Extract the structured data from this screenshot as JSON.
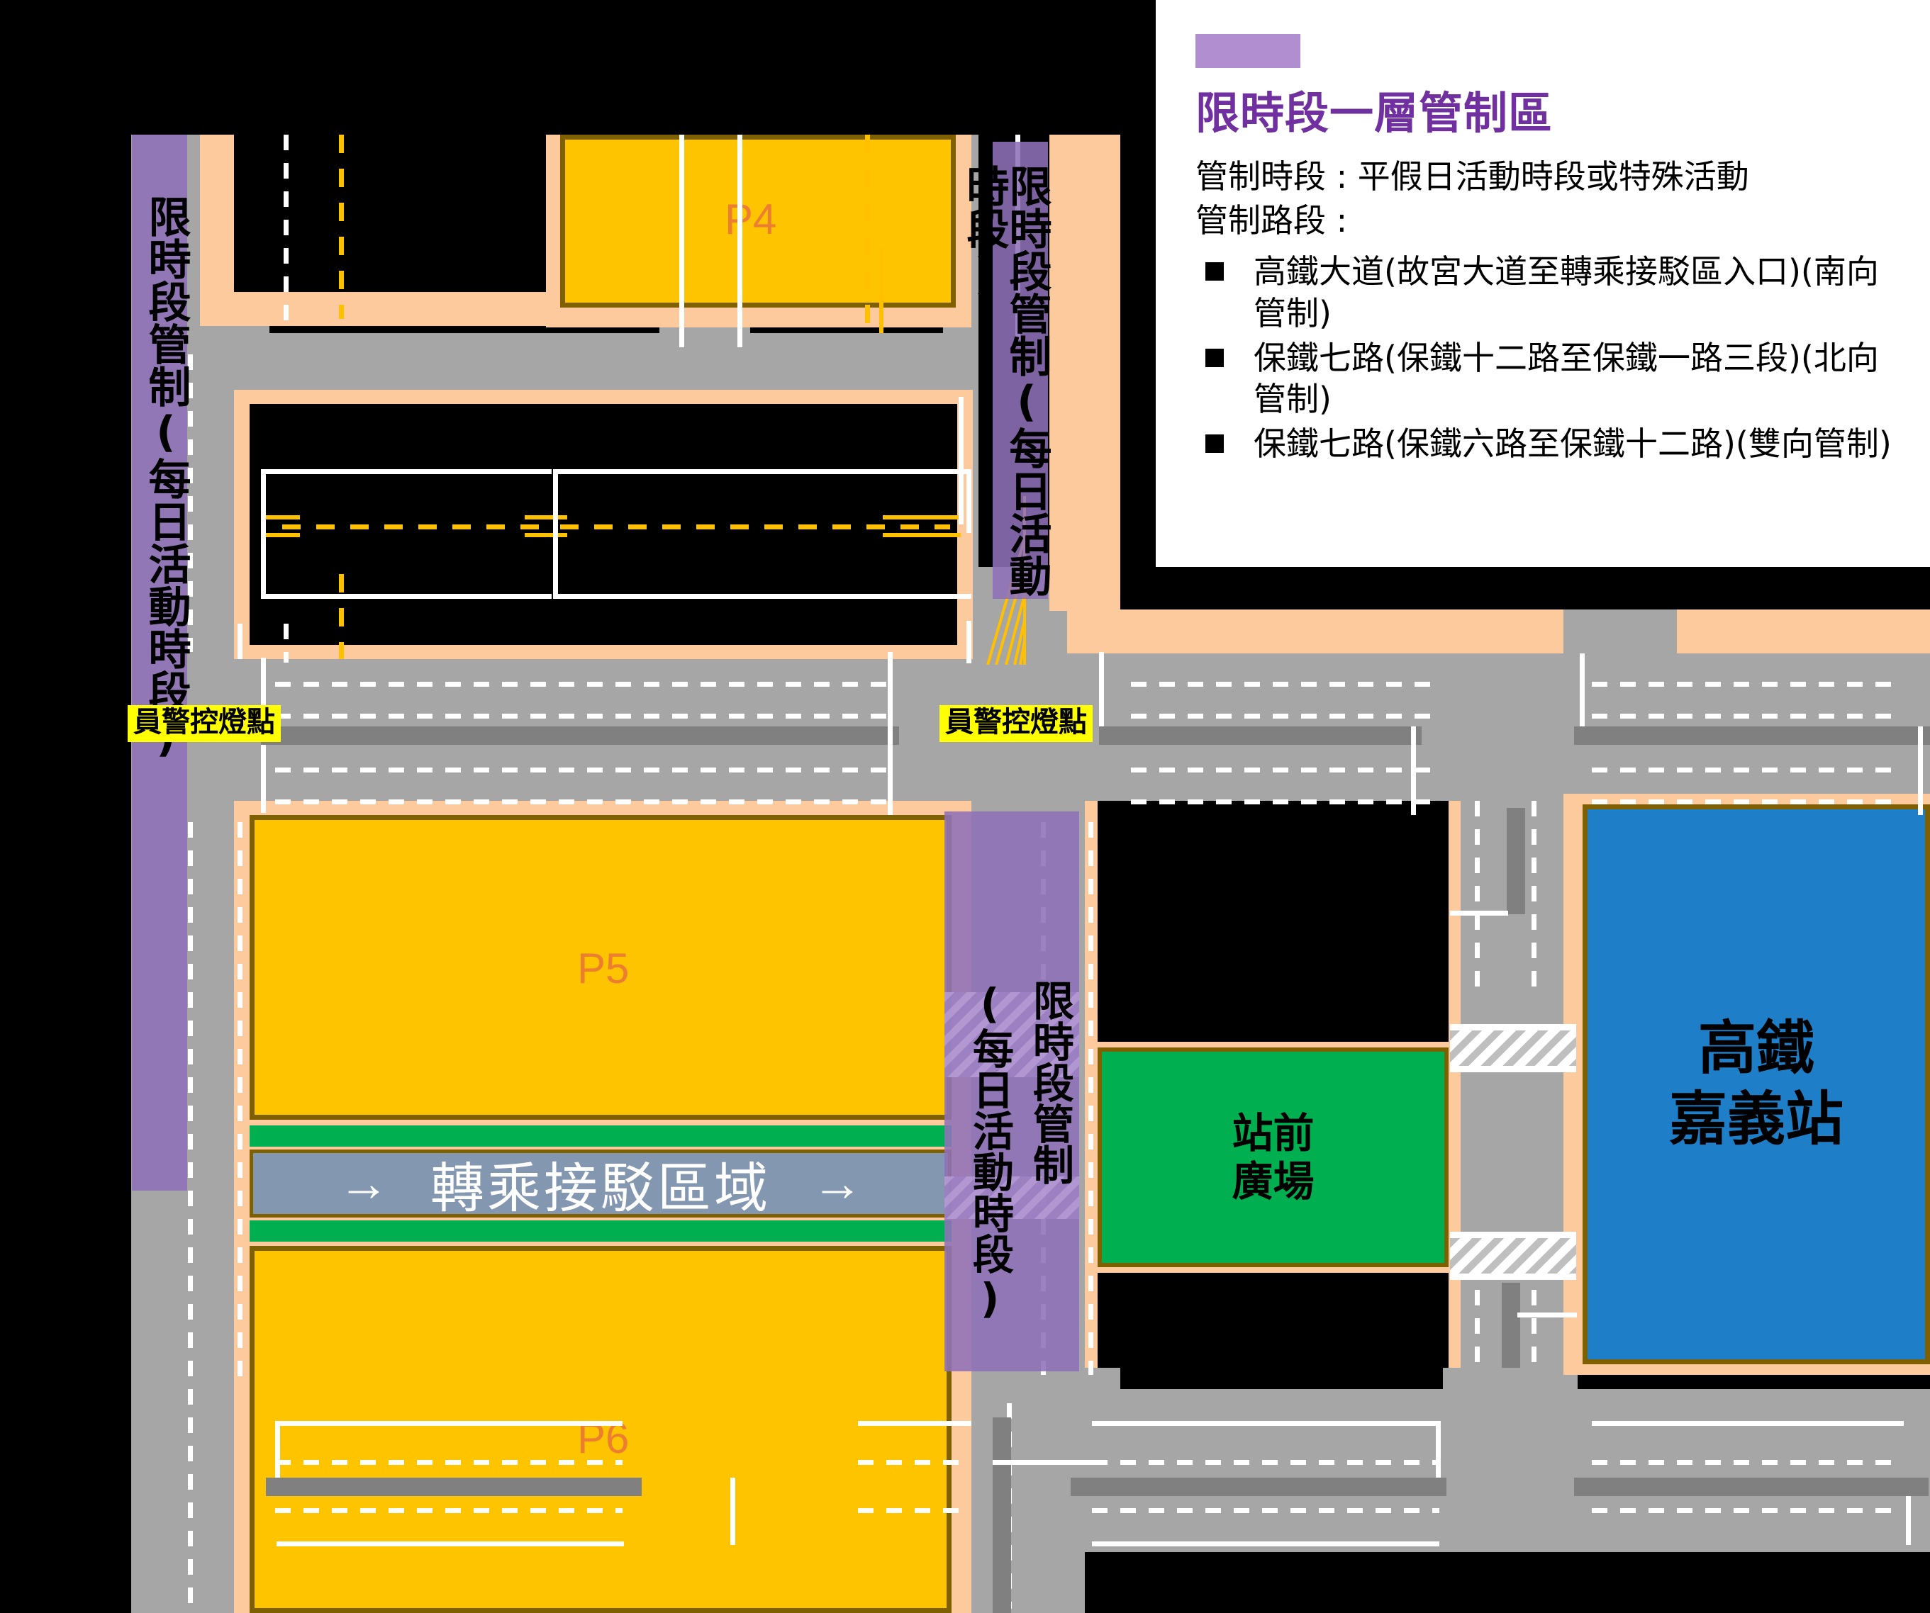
{
  "legend": {
    "swatch_color": "#b08ed0",
    "title": "限時段一層管制區",
    "time_line": "管制時段 : 平假日活動時段或特殊活動",
    "section_line": "管制路段 :",
    "items": [
      "高鐵大道(故宮大道至轉乘接駁區入口)(南向管制)",
      "保鐵七路(保鐵十二路至保鐵一路三段)(北向管制)",
      "保鐵七路(保鐵六路至保鐵十二路)(雙向管制)"
    ]
  },
  "map": {
    "parking_lots": [
      {
        "id": "P4",
        "label": "P4"
      },
      {
        "id": "P5",
        "label": "P5"
      },
      {
        "id": "P6",
        "label": "P6"
      }
    ],
    "controlled_zone_labels": [
      "限時段管制(每日活動時段)",
      "限時段管制(每日活動時段)",
      "限時段管制",
      "(每日活動時段)"
    ],
    "police_signal_tags": [
      "員警控燈點",
      "員警控燈點"
    ],
    "shuttle_zone": {
      "label": "轉乘接駁區域",
      "arrow_left": "→",
      "arrow_right": "→"
    },
    "plaza": {
      "line1": "站前",
      "line2": "廣場"
    },
    "station": {
      "line1": "高鐵",
      "line2": "嘉義站"
    },
    "cropped_block_label": "場",
    "colors": {
      "road": "#a6a6a6",
      "sidewalk": "#fcca9c",
      "parking_fill": "#ffc400",
      "parking_border": "#7f6000",
      "parking_text": "#ed7d31",
      "purple_zone": "#9071b8",
      "plaza_green": "#00b050",
      "station_blue": "#1e7fc8",
      "police_tag_bg": "#ffff00",
      "shuttle_bar": "#8497b0",
      "median": "#808080",
      "lane_marking": "#ffffff",
      "yellow_marking": "#ffc000"
    }
  }
}
